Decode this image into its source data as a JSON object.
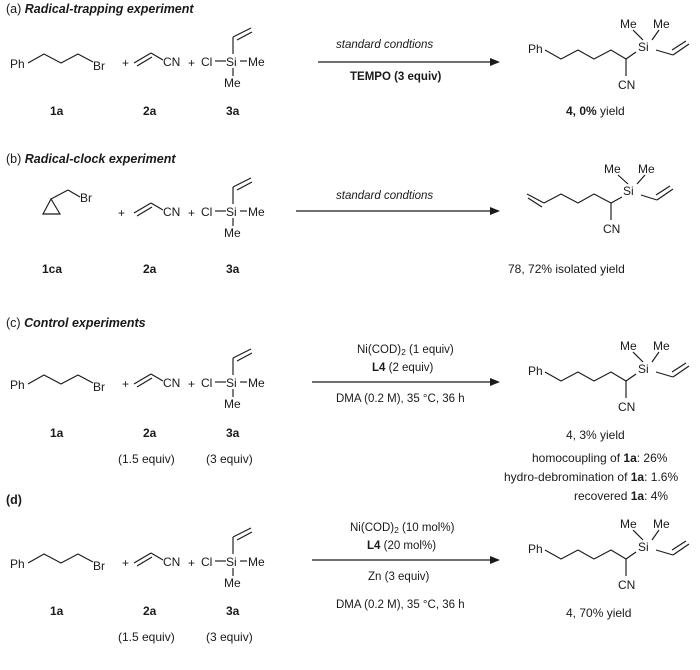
{
  "sections": [
    {
      "id": "a",
      "header_letter": "(a)",
      "header_title": "Radical-trapping experiment",
      "reactant_labels": [
        "1a",
        "2a",
        "3a"
      ],
      "conditions": [
        "standard condtions",
        "TEMPO (3 equiv)"
      ],
      "product_bold": "4, 0%",
      "product_rest": " yield"
    },
    {
      "id": "b",
      "header_letter": "(b)",
      "header_title": "Radical-clock experiment",
      "reactant_labels": [
        "1ca",
        "2a",
        "3a"
      ],
      "conditions": [
        "standard condtions"
      ],
      "product_bold_num": "78,",
      "product_mid": " 72",
      "product_pct": "%",
      "product_rest": " isolated yield"
    },
    {
      "id": "c",
      "header_letter": "(c)",
      "header_title": "Control experiments",
      "reactant_labels": [
        "1a",
        "2a",
        "3a"
      ],
      "equiv_labels": [
        "(1.5 equiv)",
        "(3 equiv)"
      ],
      "cond_ni_pre": "Ni(COD)",
      "cond_ni_sub": "2",
      "cond_ni_post": " (1 equiv)",
      "cond_l4_bold": "L4",
      "cond_l4_rest": " (2 equiv)",
      "cond_solvent": "DMA (0.2 M), 35 °C, 36 h",
      "product_bold": "4, 3",
      "product_rest": "% yield",
      "notes": [
        {
          "pre": "homocoupling of ",
          "bold": "1a",
          "post": ": 26%"
        },
        {
          "pre": "hydro-debromination of ",
          "bold": "1a",
          "post": ": 1.6%"
        },
        {
          "pre": "recovered ",
          "bold": "1a",
          "post": ": 4%"
        }
      ]
    },
    {
      "id": "d",
      "header_letter": "(d)",
      "reactant_labels": [
        "1a",
        "2a",
        "3a"
      ],
      "equiv_labels": [
        "(1.5 equiv)",
        "(3 equiv)"
      ],
      "cond_ni_pre": "Ni(COD)",
      "cond_ni_sub": "2",
      "cond_ni_post": " (10 mol%)",
      "cond_l4_bold": "L4",
      "cond_l4_rest": " (20 mol%)",
      "cond_zn": "Zn (3 equiv)",
      "cond_solvent": "DMA (0.2 M), 35 °C, 36 h",
      "product_bold": "4,",
      "product_rest": " 70% yield"
    }
  ],
  "atoms": {
    "ph": "Ph",
    "br": "Br",
    "cn": "CN",
    "cl": "Cl",
    "si": "Si",
    "me": "Me",
    "plus": "+"
  }
}
